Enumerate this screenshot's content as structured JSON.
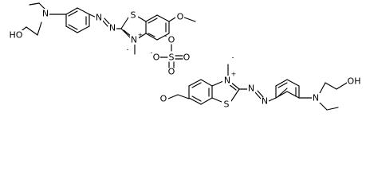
{
  "molecule": {
    "upper_cation": {
      "hydroxyl": "HO",
      "amine_n": "N",
      "azo_n1": "N",
      "azo_n2": "N",
      "ring_s": "S",
      "ring_n": "N",
      "ring_n_charge": "+",
      "ring_n_methyl": "-",
      "methoxy_o": "O"
    },
    "anion": {
      "sulfur": "S",
      "o_top": "O",
      "o_top_charge": "-",
      "o_left": "O",
      "o_left_charge": "-",
      "o_right": "O",
      "o_bottom": "O"
    },
    "lower_cation": {
      "hydroxyl": "OH",
      "amine_n": "N",
      "azo_n1": "N",
      "azo_n2": "N",
      "ring_s": "S",
      "ring_n": "N",
      "ring_n_charge": "+",
      "ring_n_methyl": "-",
      "methoxy_o": "O"
    }
  }
}
